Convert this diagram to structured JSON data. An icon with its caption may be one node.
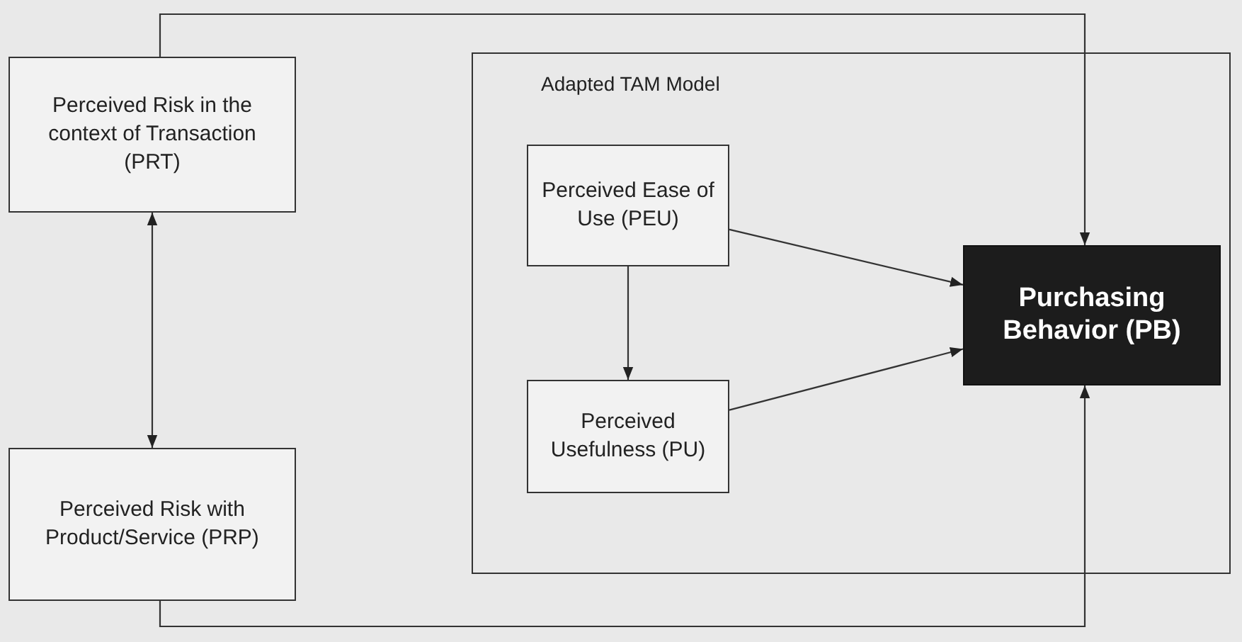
{
  "diagram": {
    "nodes": [
      {
        "text": [
          "Perceived Risk in the context of Transaction (PRT)"
        ]
      },
      {
        "text": [
          "Perceived Risk with Product/Service (PRP)"
        ]
      },
      {
        "text": [
          "Adapted TAM Model"
        ]
      },
      {
        "text": [
          "Perceived Ease of Use (PEU)"
        ],
        "in": 2
      },
      {
        "text": [
          "Perceived Usefulness (PU)"
        ],
        "in": 2
      },
      {
        "text": [
          "Purchasing Behavior (PB)"
        ],
        "in": 2
      }
    ],
    "edges": [
      {
        "from": 0,
        "to": 1,
        "arrow": "both"
      },
      {
        "from": 3,
        "to": 4,
        "arrow": "to"
      },
      {
        "from": 3,
        "to": 5,
        "arrow": "to"
      },
      {
        "from": 4,
        "to": 5,
        "arrow": "to"
      },
      {
        "from": 0,
        "to": 5,
        "arrow": "to"
      },
      {
        "from": 1,
        "to": 5,
        "arrow": "to"
      }
    ]
  }
}
